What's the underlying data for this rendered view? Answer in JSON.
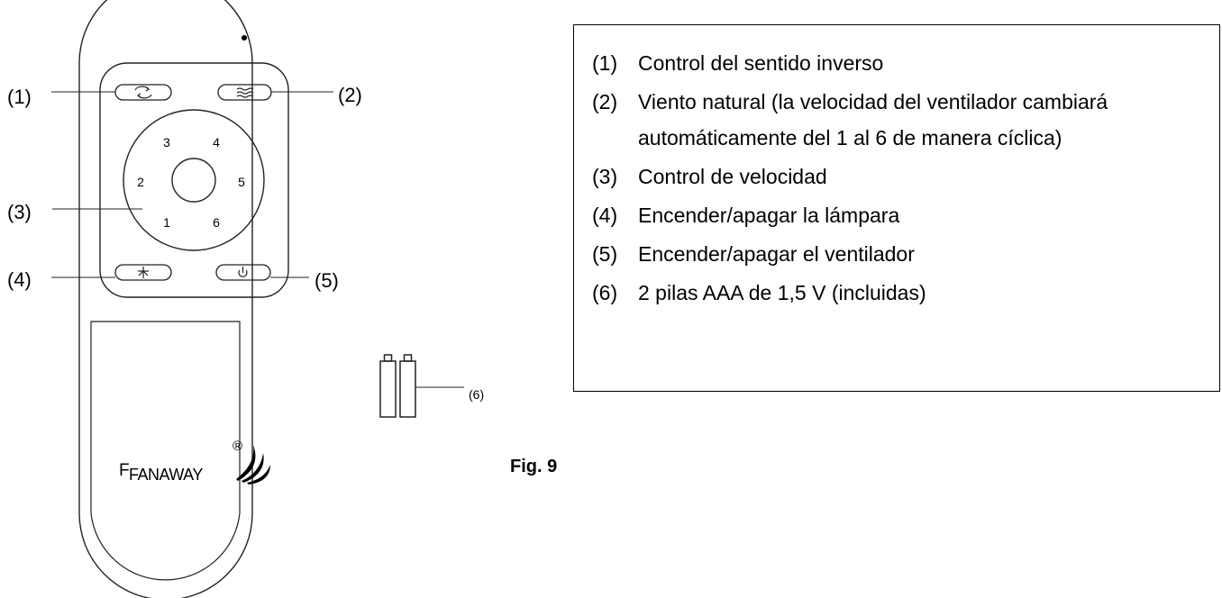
{
  "figure": {
    "caption": "Fig. 9",
    "brand": {
      "mark": "F",
      "name": "FANAWAY",
      "registered": "®"
    }
  },
  "remote": {
    "speed_numbers": [
      "1",
      "2",
      "3",
      "4",
      "5",
      "6"
    ],
    "icons": {
      "reverse": "reverse-arrows-icon",
      "natural_wind": "wind-waves-icon",
      "lamp": "lamp-icon",
      "power": "power-icon",
      "logo_swoosh": "swoosh-logo-icon"
    }
  },
  "callouts": [
    "(1)",
    "(2)",
    "(3)",
    "(4)",
    "(5)",
    "(6)"
  ],
  "legend": {
    "items": [
      {
        "number": "(1)",
        "text": "Control del sentido inverso"
      },
      {
        "number": "(2)",
        "text": "Viento natural (la velocidad del ventilador cambiará automáticamente del 1 al 6 de manera cíclica)"
      },
      {
        "number": "(3)",
        "text": "Control de velocidad"
      },
      {
        "number": "(4)",
        "text": "Encender/apagar la lámpara"
      },
      {
        "number": "(5)",
        "text": "Encender/apagar el ventilador"
      },
      {
        "number": "(6)",
        "text": "2 pilas AAA de 1,5 V (incluidas)"
      }
    ]
  }
}
